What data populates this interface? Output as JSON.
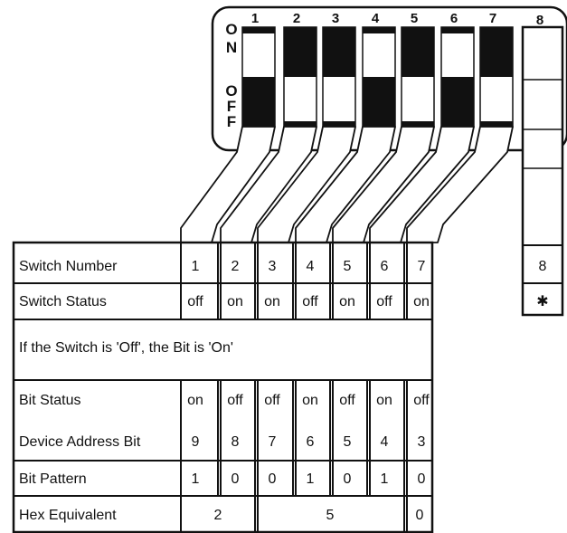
{
  "dip_switch": {
    "on_label": "ON",
    "off_label": "OFF",
    "switch_numbers": [
      "1",
      "2",
      "3",
      "4",
      "5",
      "6",
      "7"
    ],
    "switch_8_number": "8",
    "positions": [
      "off",
      "on",
      "on",
      "off",
      "on",
      "off",
      "on"
    ]
  },
  "table": {
    "rows": [
      {
        "label": "Switch Number",
        "cells": [
          "1",
          "2",
          "3",
          "4",
          "5",
          "6",
          "7"
        ]
      },
      {
        "label": "Switch Status",
        "cells": [
          "off",
          "on",
          "on",
          "off",
          "on",
          "off",
          "on"
        ]
      }
    ],
    "note": "If the Switch is 'Off', the Bit is 'On'",
    "lower_rows": [
      {
        "label": "Bit Status",
        "cells": [
          "on",
          "off",
          "off",
          "on",
          "off",
          "on",
          "off"
        ]
      },
      {
        "label": "Device Address Bit",
        "cells": [
          "9",
          "8",
          "7",
          "6",
          "5",
          "4",
          "3"
        ]
      },
      {
        "label": "Bit Pattern",
        "cells": [
          "1",
          "0",
          "0",
          "1",
          "0",
          "1",
          "0"
        ]
      }
    ],
    "hex_row": {
      "label": "Hex Equivalent",
      "values": [
        "2",
        "5",
        "0"
      ]
    },
    "switch_8": {
      "number": "8",
      "status": "✱"
    }
  },
  "colors": {
    "ink": "#111111",
    "paper": "#ffffff"
  }
}
